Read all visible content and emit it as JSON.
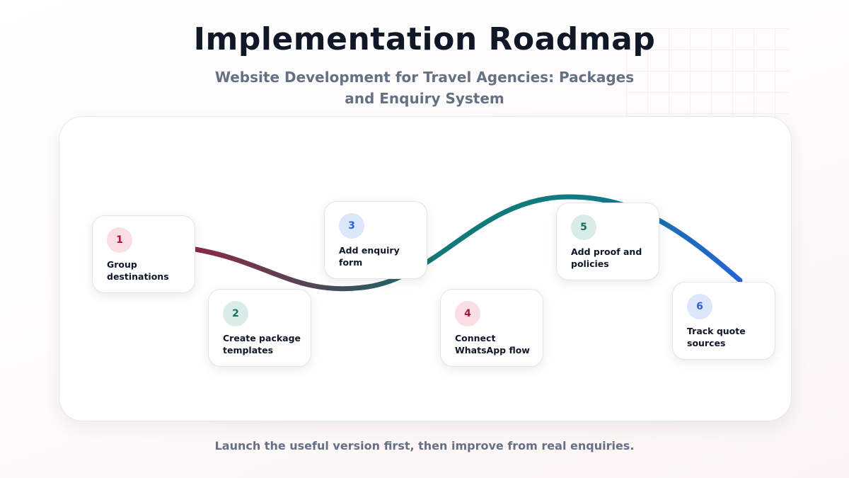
{
  "header": {
    "title": "Implementation Roadmap",
    "subtitle": "Website Development for Travel Agencies: Packages and Enquiry System"
  },
  "steps": [
    {
      "number": "1",
      "label": "Group destinations",
      "accent": "#b0133d"
    },
    {
      "number": "2",
      "label": "Create package templates",
      "accent": "#126f62"
    },
    {
      "number": "3",
      "label": "Add enquiry form",
      "accent": "#2a5fd6"
    },
    {
      "number": "4",
      "label": "Connect WhatsApp flow",
      "accent": "#b0133d"
    },
    {
      "number": "5",
      "label": "Add proof and policies",
      "accent": "#126f62"
    },
    {
      "number": "6",
      "label": "Track quote sources",
      "accent": "#2a5fd6"
    }
  ],
  "footer": {
    "note": "Launch the useful version first, then improve from real enquiries."
  },
  "colors": {
    "path_start": "#8a2a48",
    "path_mid": "#3d4f5a",
    "path_teal": "#0f7a78",
    "path_end": "#2563d9"
  }
}
